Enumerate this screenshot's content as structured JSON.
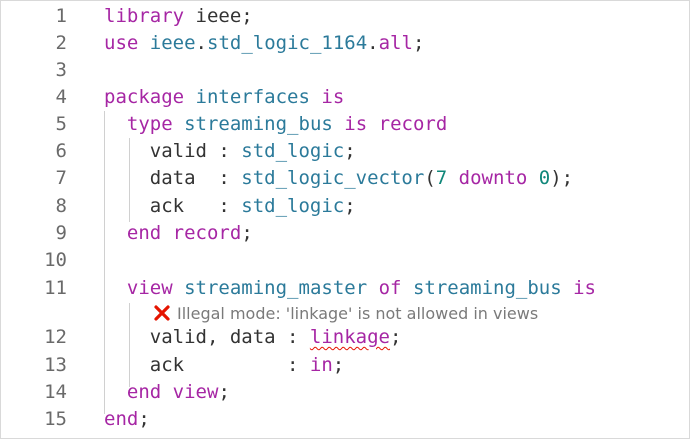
{
  "editor": {
    "lines": [
      {
        "num": "1",
        "tokens": [
          {
            "t": "library",
            "c": "kw"
          },
          {
            "t": " ieee;",
            "c": "pl"
          }
        ]
      },
      {
        "num": "2",
        "tokens": [
          {
            "t": "use",
            "c": "kw"
          },
          {
            "t": " ",
            "c": "pl"
          },
          {
            "t": "ieee",
            "c": "ty"
          },
          {
            "t": ".",
            "c": "pl"
          },
          {
            "t": "std_logic_1164",
            "c": "ty"
          },
          {
            "t": ".",
            "c": "pl"
          },
          {
            "t": "all",
            "c": "kw"
          },
          {
            "t": ";",
            "c": "pl"
          }
        ]
      },
      {
        "num": "3",
        "tokens": []
      },
      {
        "num": "4",
        "tokens": [
          {
            "t": "package",
            "c": "kw"
          },
          {
            "t": " ",
            "c": "pl"
          },
          {
            "t": "interfaces",
            "c": "ty"
          },
          {
            "t": " ",
            "c": "pl"
          },
          {
            "t": "is",
            "c": "kw"
          }
        ]
      },
      {
        "num": "5",
        "tokens": [
          {
            "t": "  ",
            "c": "pl"
          },
          {
            "t": "type",
            "c": "kw"
          },
          {
            "t": " ",
            "c": "pl"
          },
          {
            "t": "streaming_bus",
            "c": "ty"
          },
          {
            "t": " ",
            "c": "pl"
          },
          {
            "t": "is",
            "c": "kw"
          },
          {
            "t": " ",
            "c": "pl"
          },
          {
            "t": "record",
            "c": "kw"
          }
        ]
      },
      {
        "num": "6",
        "tokens": [
          {
            "t": "    valid : ",
            "c": "pl"
          },
          {
            "t": "std_logic",
            "c": "ty"
          },
          {
            "t": ";",
            "c": "pl"
          }
        ]
      },
      {
        "num": "7",
        "tokens": [
          {
            "t": "    data  : ",
            "c": "pl"
          },
          {
            "t": "std_logic_vector",
            "c": "ty"
          },
          {
            "t": "(",
            "c": "pl"
          },
          {
            "t": "7",
            "c": "nm"
          },
          {
            "t": " ",
            "c": "pl"
          },
          {
            "t": "downto",
            "c": "kw"
          },
          {
            "t": " ",
            "c": "pl"
          },
          {
            "t": "0",
            "c": "nm"
          },
          {
            "t": ");",
            "c": "pl"
          }
        ]
      },
      {
        "num": "8",
        "tokens": [
          {
            "t": "    ack   : ",
            "c": "pl"
          },
          {
            "t": "std_logic",
            "c": "ty"
          },
          {
            "t": ";",
            "c": "pl"
          }
        ]
      },
      {
        "num": "9",
        "tokens": [
          {
            "t": "  ",
            "c": "pl"
          },
          {
            "t": "end",
            "c": "kw"
          },
          {
            "t": " ",
            "c": "pl"
          },
          {
            "t": "record",
            "c": "kw"
          },
          {
            "t": ";",
            "c": "pl"
          }
        ]
      },
      {
        "num": "10",
        "tokens": []
      },
      {
        "num": "11",
        "tokens": [
          {
            "t": "  ",
            "c": "pl"
          },
          {
            "t": "view",
            "c": "kw"
          },
          {
            "t": " ",
            "c": "pl"
          },
          {
            "t": "streaming_master",
            "c": "ty"
          },
          {
            "t": " ",
            "c": "pl"
          },
          {
            "t": "of",
            "c": "kw"
          },
          {
            "t": " ",
            "c": "pl"
          },
          {
            "t": "streaming_bus",
            "c": "ty"
          },
          {
            "t": " ",
            "c": "pl"
          },
          {
            "t": "is",
            "c": "kw"
          }
        ]
      },
      {
        "num": "12",
        "tokens": [
          {
            "t": "    valid, data : ",
            "c": "pl"
          },
          {
            "t": "linkage",
            "c": "kw squiggle"
          },
          {
            "t": ";",
            "c": "pl"
          }
        ]
      },
      {
        "num": "13",
        "tokens": [
          {
            "t": "    ack         : ",
            "c": "pl"
          },
          {
            "t": "in",
            "c": "kw"
          },
          {
            "t": ";",
            "c": "pl"
          }
        ]
      },
      {
        "num": "14",
        "tokens": [
          {
            "t": "  ",
            "c": "pl"
          },
          {
            "t": "end",
            "c": "kw"
          },
          {
            "t": " ",
            "c": "pl"
          },
          {
            "t": "view",
            "c": "kw"
          },
          {
            "t": ";",
            "c": "pl"
          }
        ]
      },
      {
        "num": "15",
        "tokens": [
          {
            "t": "end",
            "c": "kw"
          },
          {
            "t": ";",
            "c": "pl"
          }
        ]
      }
    ],
    "diagnostic": {
      "icon": "error-x-icon",
      "message": "Illegal mode: 'linkage' is not allowed in views",
      "icon_color": "#e51400"
    }
  },
  "colors": {
    "keyword": "#a626a4",
    "type": "#2b7a9a",
    "number": "#10877a",
    "plain": "#333333",
    "line_number": "#6a6a6a",
    "error": "#e51400"
  }
}
